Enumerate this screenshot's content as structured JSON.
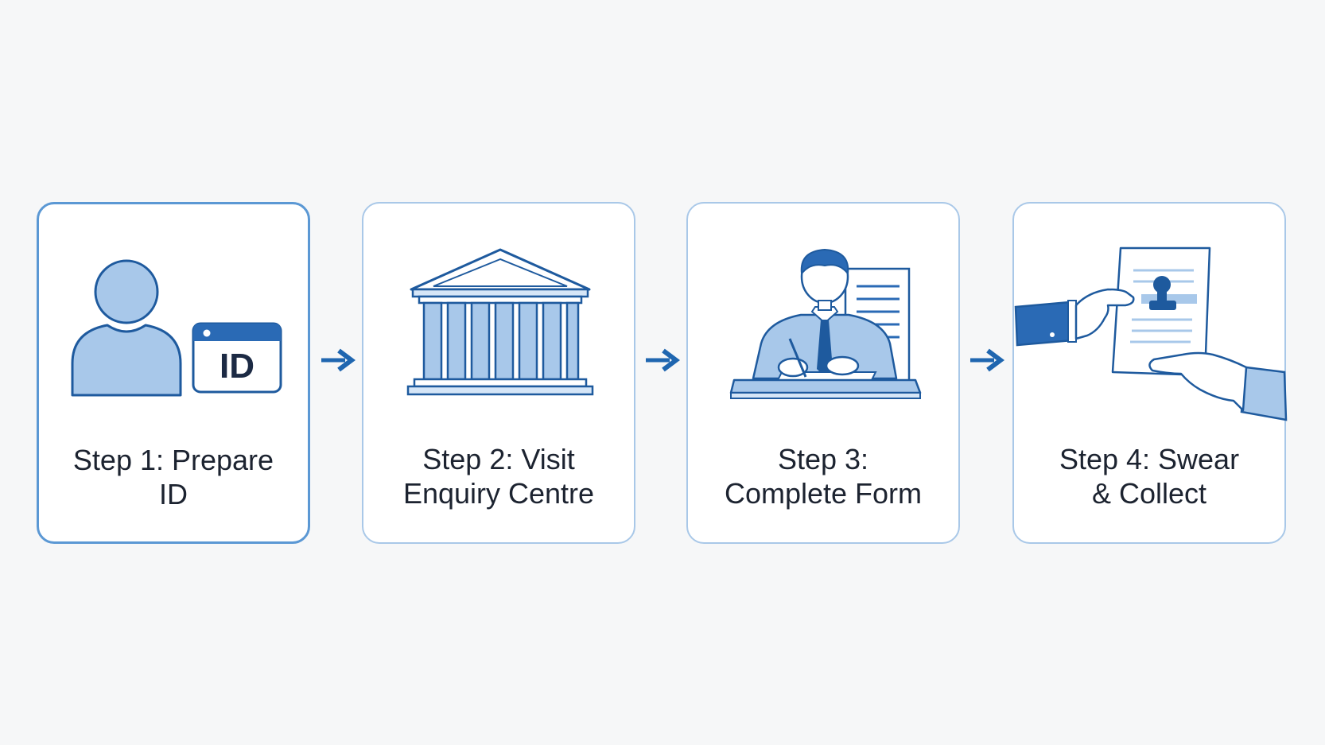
{
  "colors": {
    "background": "#f6f7f8",
    "card_border": "#a9c8e8",
    "card_border_active": "#5b98d4",
    "fill_light": "#a8c8ea",
    "fill_pale": "#d6e6f7",
    "stroke_dark": "#1e5a9e",
    "accent": "#2a6ab5",
    "arrow": "#1f66b0",
    "text": "#1c2330"
  },
  "steps": [
    {
      "id": "prepare-id",
      "label": "Step 1: Prepare\nID",
      "icon": "person-with-id-card-icon",
      "id_card_text": "ID",
      "highlighted": true
    },
    {
      "id": "visit-enquiry-centre",
      "label": "Step 2: Visit\nEnquiry Centre",
      "icon": "government-building-icon",
      "highlighted": false
    },
    {
      "id": "complete-form",
      "label": "Step 3:\nComplete Form",
      "icon": "person-writing-form-icon",
      "highlighted": false
    },
    {
      "id": "swear-collect",
      "label": "Step 4: Swear\n& Collect",
      "icon": "hands-exchanging-stamped-document-icon",
      "highlighted": false
    }
  ],
  "connectors": [
    {
      "from": "prepare-id",
      "to": "visit-enquiry-centre",
      "icon": "arrow-right-icon"
    },
    {
      "from": "visit-enquiry-centre",
      "to": "complete-form",
      "icon": "arrow-right-icon"
    },
    {
      "from": "complete-form",
      "to": "swear-collect",
      "icon": "arrow-right-icon"
    }
  ]
}
